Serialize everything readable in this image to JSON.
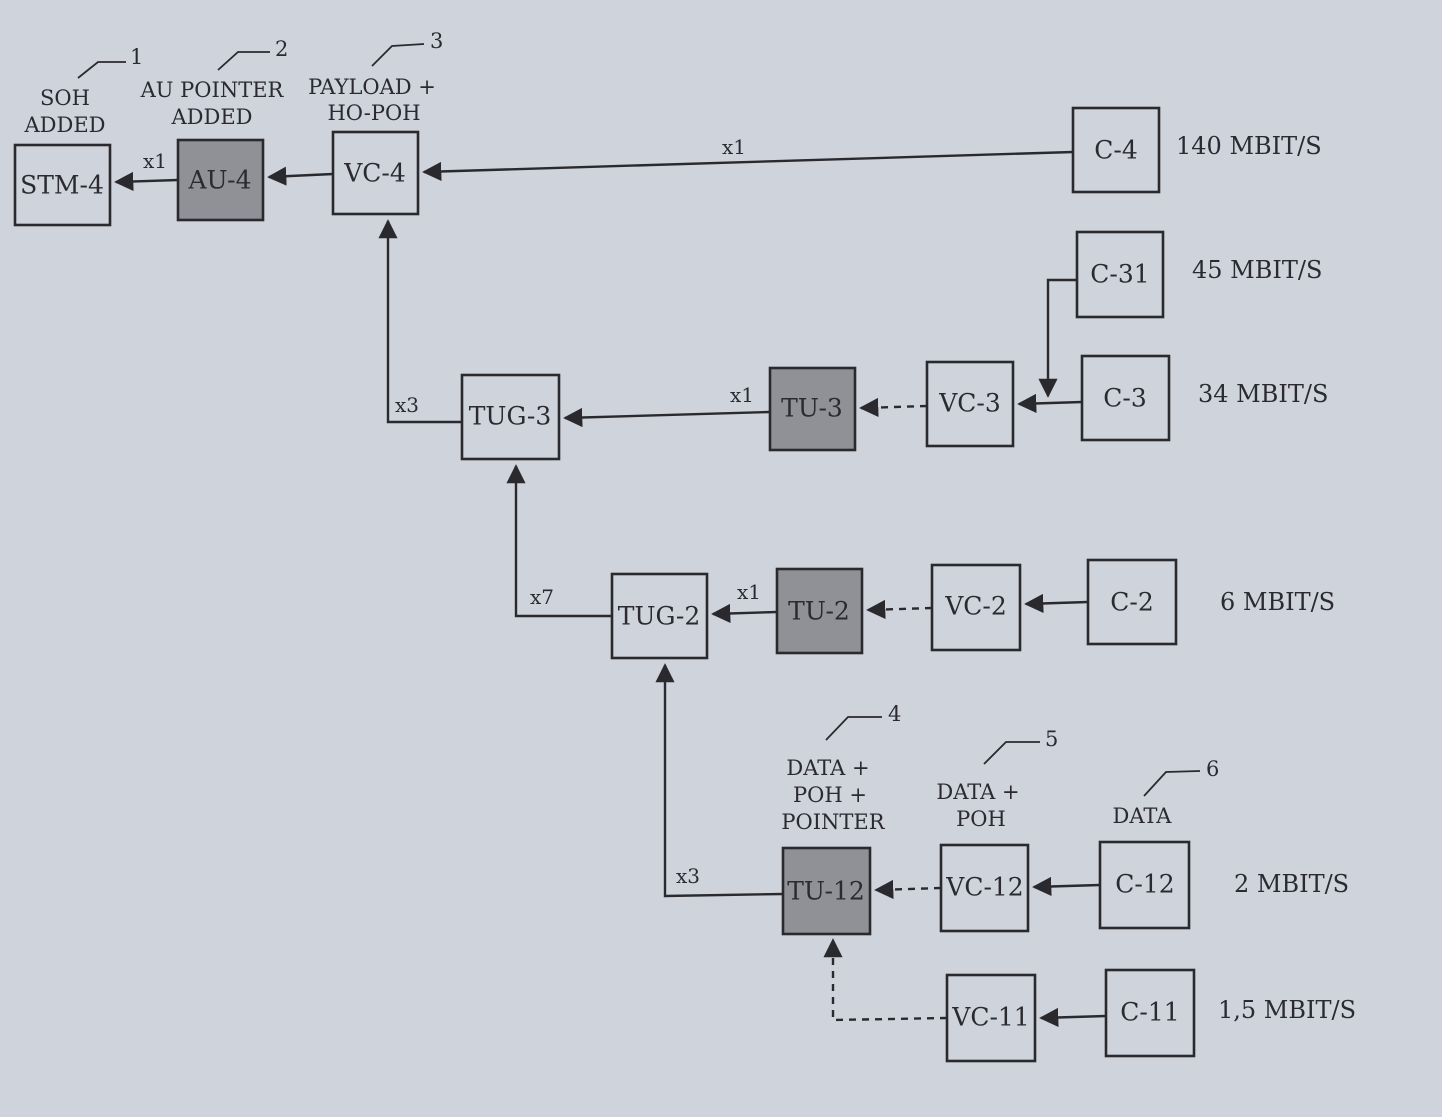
{
  "blocks": {
    "stm4": "STM-4",
    "au4": "AU-4",
    "vc4": "VC-4",
    "c4": "C-4",
    "c31": "C-31",
    "tug3": "TUG-3",
    "tu3": "TU-3",
    "vc3": "VC-3",
    "c3": "C-3",
    "tug2": "TUG-2",
    "tu2": "TU-2",
    "vc2": "VC-2",
    "c2": "C-2",
    "tu12": "TU-12",
    "vc12": "VC-12",
    "c12": "C-12",
    "vc11": "VC-11",
    "c11": "C-11"
  },
  "rates": {
    "c4": "140 MBIT/S",
    "c31": "45 MBIT/S",
    "c3": "34 MBIT/S",
    "c2": "6 MBIT/S",
    "c12": "2 MBIT/S",
    "c11": "1,5 MBIT/S"
  },
  "multipliers": {
    "au4_stm4": "x1",
    "c4_vc4": "x1",
    "tug3_vc4": "x3",
    "tu3_tug3": "x1",
    "tug2_tug3": "x7",
    "tu2_tug2": "x1",
    "tu12_tug2": "x3"
  },
  "annotations": [
    {
      "number": "1",
      "lines": [
        "SOH",
        "ADDED"
      ]
    },
    {
      "number": "2",
      "lines": [
        "AU POINTER",
        "ADDED"
      ]
    },
    {
      "number": "3",
      "lines": [
        "PAYLOAD +",
        "HO-POH"
      ]
    },
    {
      "number": "4",
      "lines": [
        "DATA +",
        "POH +",
        "POINTER"
      ]
    },
    {
      "number": "5",
      "lines": [
        "DATA +",
        "POH"
      ]
    },
    {
      "number": "6",
      "lines": [
        "DATA"
      ]
    }
  ],
  "colors": {
    "background": "#cfd3dc",
    "ink": "#2a2a2e",
    "shaded_block": "#8f9197"
  }
}
